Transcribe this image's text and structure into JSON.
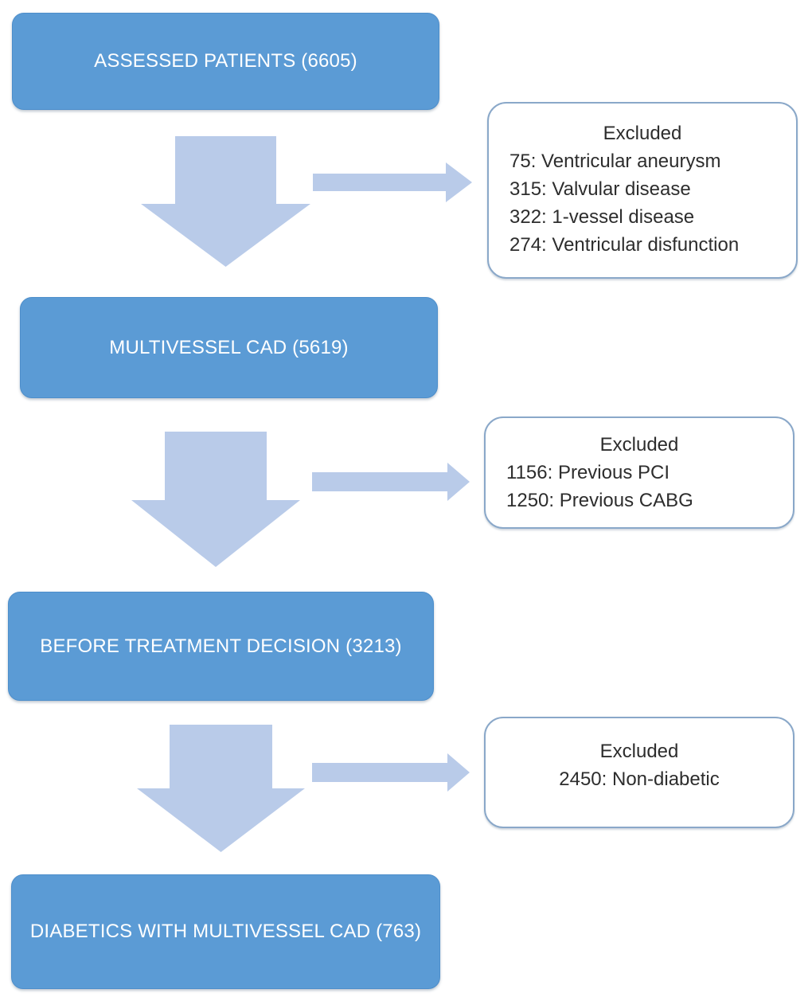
{
  "diagram": {
    "colors": {
      "stage_fill": "#5b9bd5",
      "stage_text": "#ffffff",
      "arrow_fill": "#b9cbe9",
      "exclusion_border": "#8aa8c9",
      "exclusion_text": "#2d2d2d"
    },
    "stages": [
      {
        "label": "ASSESSED PATIENTS (6605)"
      },
      {
        "label": "MULTIVESSEL CAD (5619)"
      },
      {
        "label": "BEFORE TREATMENT DECISION (3213)"
      },
      {
        "label": "DIABETICS WITH MULTIVESSEL CAD (763)"
      }
    ],
    "exclusions": [
      {
        "title": "Excluded",
        "items": [
          "75: Ventricular aneurysm",
          "315: Valvular disease",
          "322: 1-vessel disease",
          "274: Ventricular disfunction"
        ]
      },
      {
        "title": "Excluded",
        "items": [
          "1156: Previous PCI",
          "1250: Previous CABG"
        ]
      },
      {
        "title": "Excluded",
        "items": [
          "2450: Non-diabetic"
        ]
      }
    ]
  }
}
